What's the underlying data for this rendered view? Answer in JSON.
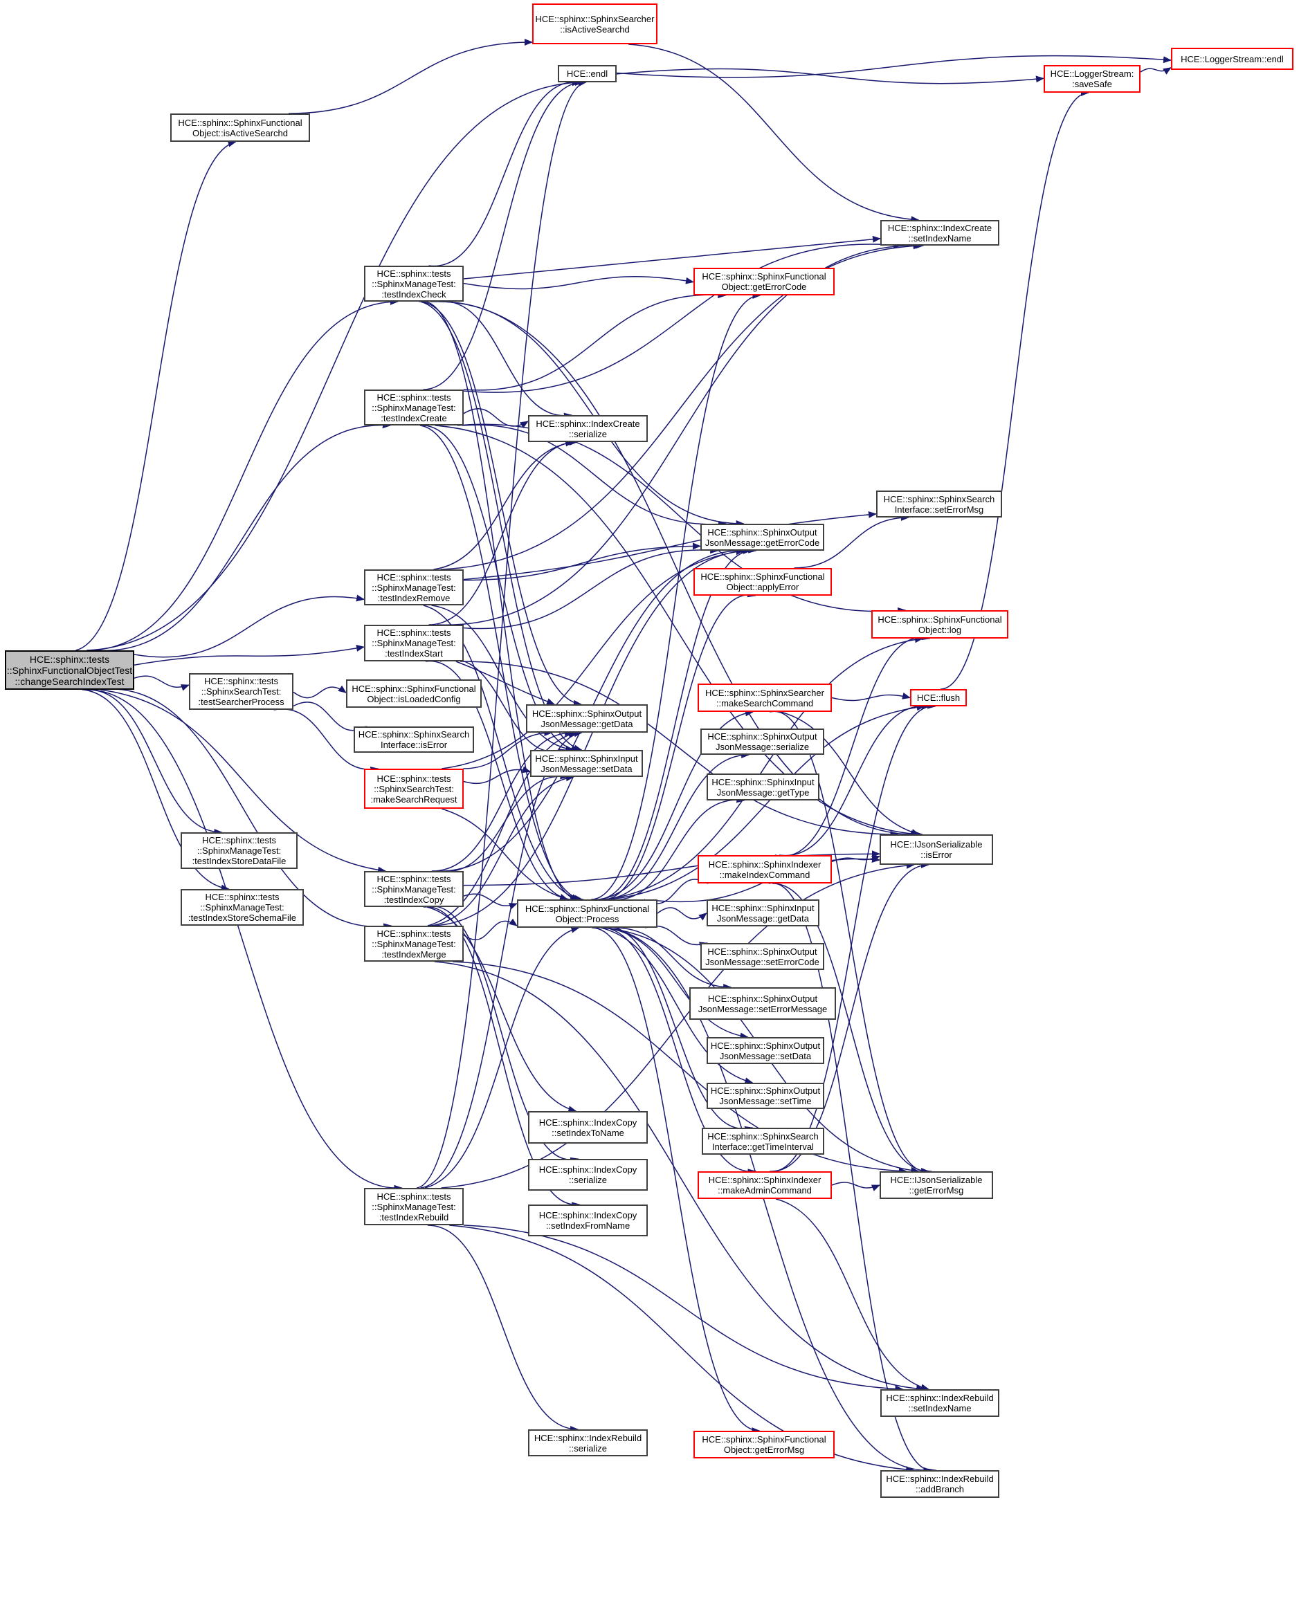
{
  "diagram": {
    "type": "call-graph",
    "edge_color": "#191970",
    "normal_border_color": "#404040",
    "external_border_color": "#ff0000",
    "root_fill_color": "#bfbfbf",
    "nodes": [
      {
        "id": "root",
        "lines": [
          "HCE::sphinx::tests",
          "::SphinxFunctionalObjectTest",
          "::changeSearchIndexTest"
        ],
        "style": "root"
      },
      {
        "id": "sfo_isActiveSearchd",
        "lines": [
          "HCE::sphinx::SphinxFunctional",
          "Object::isActiveSearchd"
        ],
        "style": "normal"
      },
      {
        "id": "searcher_isActiveSearchd",
        "lines": [
          "HCE::sphinx::SphinxSearcher",
          "::isActiveSearchd"
        ],
        "style": "red"
      },
      {
        "id": "endl",
        "lines": [
          "HCE::endl"
        ],
        "style": "normal"
      },
      {
        "id": "loggerSaveSafe",
        "lines": [
          "HCE::LoggerStream:",
          ":saveSafe"
        ],
        "style": "red"
      },
      {
        "id": "loggerEndl",
        "lines": [
          "HCE::LoggerStream::endl"
        ],
        "style": "red"
      },
      {
        "id": "indexCreate_setIndexName",
        "lines": [
          "HCE::sphinx::IndexCreate",
          "::setIndexName"
        ],
        "style": "normal"
      },
      {
        "id": "testIndexCheck",
        "lines": [
          "HCE::sphinx::tests",
          "::SphinxManageTest:",
          ":testIndexCheck"
        ],
        "style": "normal"
      },
      {
        "id": "sfo_getErrorCode",
        "lines": [
          "HCE::sphinx::SphinxFunctional",
          "Object::getErrorCode"
        ],
        "style": "red"
      },
      {
        "id": "testIndexCreate",
        "lines": [
          "HCE::sphinx::tests",
          "::SphinxManageTest:",
          ":testIndexCreate"
        ],
        "style": "normal"
      },
      {
        "id": "indexCreate_serialize",
        "lines": [
          "HCE::sphinx::IndexCreate",
          "::serialize"
        ],
        "style": "normal"
      },
      {
        "id": "searchInterface_setErrorMsg",
        "lines": [
          "HCE::sphinx::SphinxSearch",
          "Interface::setErrorMsg"
        ],
        "style": "normal"
      },
      {
        "id": "out_getErrorCode",
        "lines": [
          "HCE::sphinx::SphinxOutput",
          "JsonMessage::getErrorCode"
        ],
        "style": "normal"
      },
      {
        "id": "applyError",
        "lines": [
          "HCE::sphinx::SphinxFunctional",
          "Object::applyError"
        ],
        "style": "red"
      },
      {
        "id": "testIndexRemove",
        "lines": [
          "HCE::sphinx::tests",
          "::SphinxManageTest:",
          ":testIndexRemove"
        ],
        "style": "normal"
      },
      {
        "id": "testIndexStart",
        "lines": [
          "HCE::sphinx::tests",
          "::SphinxManageTest:",
          ":testIndexStart"
        ],
        "style": "normal"
      },
      {
        "id": "sfo_log",
        "lines": [
          "HCE::sphinx::SphinxFunctional",
          "Object::log"
        ],
        "style": "red"
      },
      {
        "id": "testSearcherProcess",
        "lines": [
          "HCE::sphinx::tests",
          "::SphinxSearchTest:",
          ":testSearcherProcess"
        ],
        "style": "normal"
      },
      {
        "id": "isLoadedConfig",
        "lines": [
          "HCE::sphinx::SphinxFunctional",
          "Object::isLoadedConfig"
        ],
        "style": "normal"
      },
      {
        "id": "searchInterface_isError",
        "lines": [
          "HCE::sphinx::SphinxSearch",
          "Interface::isError"
        ],
        "style": "normal"
      },
      {
        "id": "makeSearchCommand",
        "lines": [
          "HCE::sphinx::SphinxSearcher",
          "::makeSearchCommand"
        ],
        "style": "red"
      },
      {
        "id": "flush",
        "lines": [
          "HCE::flush"
        ],
        "style": "red"
      },
      {
        "id": "out_getData",
        "lines": [
          "HCE::sphinx::SphinxOutput",
          "JsonMessage::getData"
        ],
        "style": "normal"
      },
      {
        "id": "in_setData",
        "lines": [
          "HCE::sphinx::SphinxInput",
          "JsonMessage::setData"
        ],
        "style": "normal"
      },
      {
        "id": "out_serialize",
        "lines": [
          "HCE::sphinx::SphinxOutput",
          "JsonMessage::serialize"
        ],
        "style": "normal"
      },
      {
        "id": "in_getType",
        "lines": [
          "HCE::sphinx::SphinxInput",
          "JsonMessage::getType"
        ],
        "style": "normal"
      },
      {
        "id": "makeSearchRequest",
        "lines": [
          "HCE::sphinx::tests",
          "::SphinxSearchTest:",
          ":makeSearchRequest"
        ],
        "style": "red"
      },
      {
        "id": "isError",
        "lines": [
          "HCE::IJsonSerializable",
          "::isError"
        ],
        "style": "normal"
      },
      {
        "id": "makeIndexCommand",
        "lines": [
          "HCE::sphinx::SphinxIndexer",
          "::makeIndexCommand"
        ],
        "style": "red"
      },
      {
        "id": "testIndexStoreDataFile",
        "lines": [
          "HCE::sphinx::tests",
          "::SphinxManageTest:",
          ":testIndexStoreDataFile"
        ],
        "style": "normal"
      },
      {
        "id": "testIndexStoreSchemaFile",
        "lines": [
          "HCE::sphinx::tests",
          "::SphinxManageTest:",
          ":testIndexStoreSchemaFile"
        ],
        "style": "normal"
      },
      {
        "id": "testIndexCopy",
        "lines": [
          "HCE::sphinx::tests",
          "::SphinxManageTest:",
          ":testIndexCopy"
        ],
        "style": "normal"
      },
      {
        "id": "in_getData",
        "lines": [
          "HCE::sphinx::SphinxInput",
          "JsonMessage::getData"
        ],
        "style": "normal"
      },
      {
        "id": "process",
        "lines": [
          "HCE::sphinx::SphinxFunctional",
          "Object::Process"
        ],
        "style": "normal"
      },
      {
        "id": "testIndexMerge",
        "lines": [
          "HCE::sphinx::tests",
          "::SphinxManageTest:",
          ":testIndexMerge"
        ],
        "style": "normal"
      },
      {
        "id": "out_setErrorCode",
        "lines": [
          "HCE::sphinx::SphinxOutput",
          "JsonMessage::setErrorCode"
        ],
        "style": "normal"
      },
      {
        "id": "out_setErrorMessage",
        "lines": [
          "HCE::sphinx::SphinxOutput",
          "JsonMessage::setErrorMessage"
        ],
        "style": "normal"
      },
      {
        "id": "out_setData",
        "lines": [
          "HCE::sphinx::SphinxOutput",
          "JsonMessage::setData"
        ],
        "style": "normal"
      },
      {
        "id": "out_setTime",
        "lines": [
          "HCE::sphinx::SphinxOutput",
          "JsonMessage::setTime"
        ],
        "style": "normal"
      },
      {
        "id": "getTimeInterval",
        "lines": [
          "HCE::sphinx::SphinxSearch",
          "Interface::getTimeInterval"
        ],
        "style": "normal"
      },
      {
        "id": "makeAdminCommand",
        "lines": [
          "HCE::sphinx::SphinxIndexer",
          "::makeAdminCommand"
        ],
        "style": "red"
      },
      {
        "id": "getErrorMsg",
        "lines": [
          "HCE::IJsonSerializable",
          "::getErrorMsg"
        ],
        "style": "normal"
      },
      {
        "id": "copy_setIndexToName",
        "lines": [
          "HCE::sphinx::IndexCopy",
          "::setIndexToName"
        ],
        "style": "normal"
      },
      {
        "id": "copy_serialize",
        "lines": [
          "HCE::sphinx::IndexCopy",
          "::serialize"
        ],
        "style": "normal"
      },
      {
        "id": "copy_setIndexFromName",
        "lines": [
          "HCE::sphinx::IndexCopy",
          "::setIndexFromName"
        ],
        "style": "normal"
      },
      {
        "id": "testIndexRebuild",
        "lines": [
          "HCE::sphinx::tests",
          "::SphinxManageTest:",
          ":testIndexRebuild"
        ],
        "style": "normal"
      },
      {
        "id": "rebuild_setIndexName",
        "lines": [
          "HCE::sphinx::IndexRebuild",
          "::setIndexName"
        ],
        "style": "normal"
      },
      {
        "id": "rebuild_serialize",
        "lines": [
          "HCE::sphinx::IndexRebuild",
          "::serialize"
        ],
        "style": "normal"
      },
      {
        "id": "sfo_getErrorMsg",
        "lines": [
          "HCE::sphinx::SphinxFunctional",
          "Object::getErrorMsg"
        ],
        "style": "red"
      },
      {
        "id": "addBranch",
        "lines": [
          "HCE::sphinx::IndexRebuild",
          "::addBranch"
        ],
        "style": "normal"
      }
    ],
    "edges": [
      [
        "root",
        "sfo_isActiveSearchd"
      ],
      [
        "root",
        "endl"
      ],
      [
        "root",
        "testIndexCheck"
      ],
      [
        "root",
        "testIndexCreate"
      ],
      [
        "root",
        "testIndexRemove"
      ],
      [
        "root",
        "testIndexStart"
      ],
      [
        "root",
        "testSearcherProcess"
      ],
      [
        "root",
        "testIndexStoreDataFile"
      ],
      [
        "root",
        "testIndexStoreSchemaFile"
      ],
      [
        "root",
        "testIndexCopy"
      ],
      [
        "root",
        "testIndexMerge"
      ],
      [
        "root",
        "testIndexRebuild"
      ],
      [
        "sfo_isActiveSearchd",
        "searcher_isActiveSearchd"
      ],
      [
        "searcher_isActiveSearchd",
        "indexCreate_setIndexName"
      ],
      [
        "endl",
        "loggerEndl"
      ],
      [
        "endl",
        "loggerSaveSafe"
      ],
      [
        "loggerSaveSafe",
        "loggerEndl"
      ],
      [
        "flush",
        "loggerSaveSafe"
      ],
      [
        "testIndexCheck",
        "endl"
      ],
      [
        "testIndexCheck",
        "sfo_getErrorCode"
      ],
      [
        "testIndexCheck",
        "indexCreate_setIndexName"
      ],
      [
        "testIndexCheck",
        "indexCreate_serialize"
      ],
      [
        "testIndexCheck",
        "out_getErrorCode"
      ],
      [
        "testIndexCheck",
        "out_getData"
      ],
      [
        "testIndexCheck",
        "in_setData"
      ],
      [
        "testIndexCheck",
        "process"
      ],
      [
        "testIndexCheck",
        "isError"
      ],
      [
        "testIndexCreate",
        "endl"
      ],
      [
        "testIndexCreate",
        "sfo_getErrorCode"
      ],
      [
        "testIndexCreate",
        "indexCreate_setIndexName"
      ],
      [
        "testIndexCreate",
        "indexCreate_serialize"
      ],
      [
        "testIndexCreate",
        "out_getErrorCode"
      ],
      [
        "testIndexCreate",
        "in_setData"
      ],
      [
        "testIndexCreate",
        "process"
      ],
      [
        "testIndexCreate",
        "isError"
      ],
      [
        "testIndexCreate",
        "sfo_log"
      ],
      [
        "testIndexRemove",
        "indexCreate_serialize"
      ],
      [
        "testIndexRemove",
        "out_getErrorCode"
      ],
      [
        "testIndexRemove",
        "in_setData"
      ],
      [
        "testIndexRemove",
        "process"
      ],
      [
        "testIndexRemove",
        "searchInterface_setErrorMsg"
      ],
      [
        "testIndexRemove",
        "indexCreate_setIndexName"
      ],
      [
        "testIndexStart",
        "indexCreate_serialize"
      ],
      [
        "testIndexStart",
        "out_getErrorCode"
      ],
      [
        "testIndexStart",
        "out_getData"
      ],
      [
        "testIndexStart",
        "in_setData"
      ],
      [
        "testIndexStart",
        "process"
      ],
      [
        "testIndexStart",
        "isError"
      ],
      [
        "testIndexStart",
        "indexCreate_setIndexName"
      ],
      [
        "testSearcherProcess",
        "isLoadedConfig"
      ],
      [
        "testSearcherProcess",
        "searchInterface_isError"
      ],
      [
        "testSearcherProcess",
        "makeSearchRequest"
      ],
      [
        "makeSearchRequest",
        "out_getData"
      ],
      [
        "makeSearchRequest",
        "in_setData"
      ],
      [
        "makeSearchRequest",
        "process"
      ],
      [
        "makeSearchRequest",
        "out_getErrorCode"
      ],
      [
        "testIndexCopy",
        "process"
      ],
      [
        "testIndexCopy",
        "out_getData"
      ],
      [
        "testIndexCopy",
        "in_setData"
      ],
      [
        "testIndexCopy",
        "copy_setIndexToName"
      ],
      [
        "testIndexCopy",
        "copy_serialize"
      ],
      [
        "testIndexCopy",
        "copy_setIndexFromName"
      ],
      [
        "testIndexCopy",
        "isError"
      ],
      [
        "testIndexCopy",
        "out_getErrorCode"
      ],
      [
        "testIndexMerge",
        "process"
      ],
      [
        "testIndexMerge",
        "out_getData"
      ],
      [
        "testIndexMerge",
        "in_setData"
      ],
      [
        "testIndexMerge",
        "out_getErrorCode"
      ],
      [
        "testIndexMerge",
        "getErrorMsg"
      ],
      [
        "testIndexMerge",
        "rebuild_setIndexName"
      ],
      [
        "testIndexRebuild",
        "process"
      ],
      [
        "testIndexRebuild",
        "out_getData"
      ],
      [
        "testIndexRebuild",
        "rebuild_serialize"
      ],
      [
        "testIndexRebuild",
        "rebuild_setIndexName"
      ],
      [
        "testIndexRebuild",
        "addBranch"
      ],
      [
        "testIndexRebuild",
        "isError"
      ],
      [
        "testIndexRebuild",
        "endl"
      ],
      [
        "process",
        "sfo_getErrorCode"
      ],
      [
        "process",
        "out_getErrorCode"
      ],
      [
        "process",
        "applyError"
      ],
      [
        "process",
        "sfo_log"
      ],
      [
        "process",
        "makeSearchCommand"
      ],
      [
        "process",
        "out_serialize"
      ],
      [
        "process",
        "in_getType"
      ],
      [
        "process",
        "makeIndexCommand"
      ],
      [
        "process",
        "in_getData"
      ],
      [
        "process",
        "out_setErrorCode"
      ],
      [
        "process",
        "out_setErrorMessage"
      ],
      [
        "process",
        "out_setData"
      ],
      [
        "process",
        "out_setTime"
      ],
      [
        "process",
        "getTimeInterval"
      ],
      [
        "process",
        "makeAdminCommand"
      ],
      [
        "process",
        "sfo_getErrorMsg"
      ],
      [
        "process",
        "isError"
      ],
      [
        "process",
        "getErrorMsg"
      ],
      [
        "process",
        "flush"
      ],
      [
        "process",
        "addBranch"
      ],
      [
        "applyError",
        "searchInterface_setErrorMsg"
      ],
      [
        "makeSearchCommand",
        "flush"
      ],
      [
        "makeSearchCommand",
        "isError"
      ],
      [
        "makeSearchCommand",
        "getErrorMsg"
      ],
      [
        "makeIndexCommand",
        "isError"
      ],
      [
        "makeIndexCommand",
        "getErrorMsg"
      ],
      [
        "makeIndexCommand",
        "flush"
      ],
      [
        "makeIndexCommand",
        "sfo_log"
      ],
      [
        "makeIndexCommand",
        "addBranch"
      ],
      [
        "makeAdminCommand",
        "getErrorMsg"
      ],
      [
        "makeAdminCommand",
        "isError"
      ],
      [
        "makeAdminCommand",
        "flush"
      ],
      [
        "makeAdminCommand",
        "rebuild_setIndexName"
      ]
    ]
  }
}
